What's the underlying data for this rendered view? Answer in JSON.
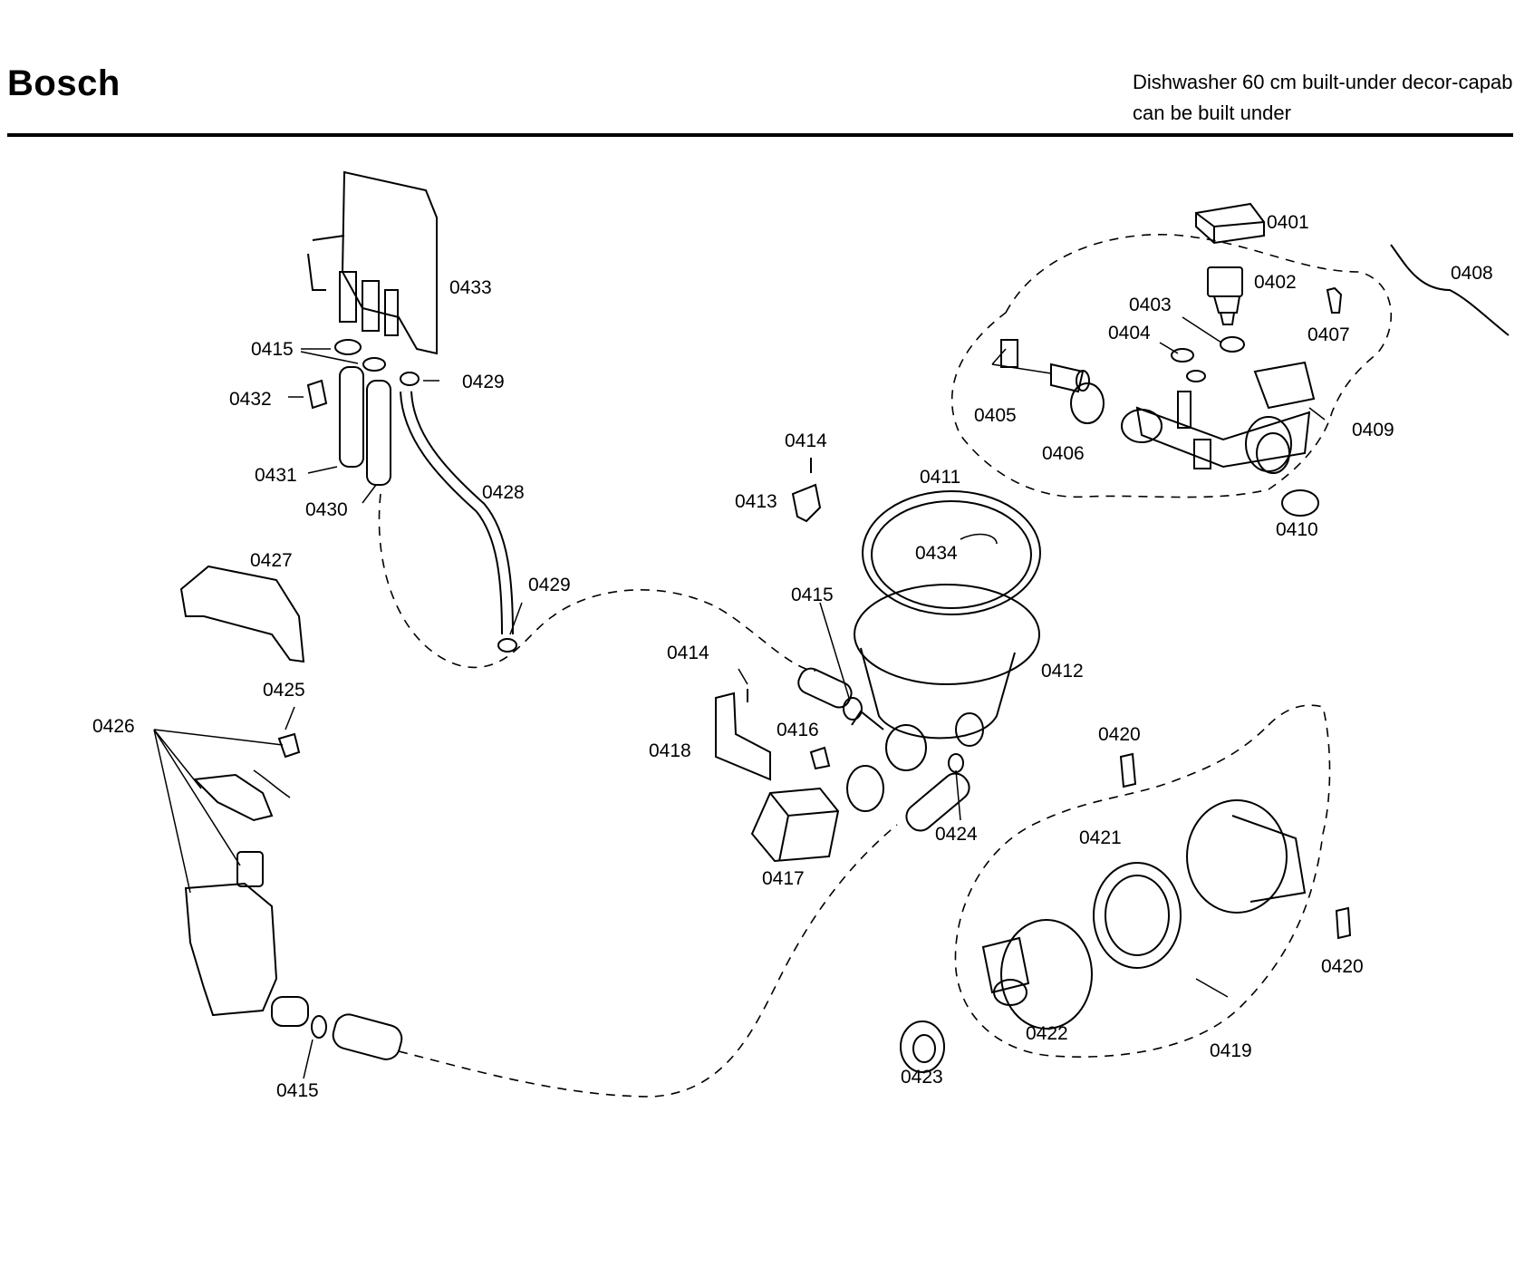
{
  "header": {
    "brand": "Bosch",
    "subtitle_line1": "Dishwasher 60 cm built-under decor-capab",
    "subtitle_line2": "can be built under"
  },
  "labels": {
    "l0401": "0401",
    "l0402": "0402",
    "l0403": "0403",
    "l0404": "0404",
    "l0405": "0405",
    "l0406": "0406",
    "l0407": "0407",
    "l0408": "0408",
    "l0409": "0409",
    "l0410": "0410",
    "l0411": "0411",
    "l0412": "0412",
    "l0413": "0413",
    "l0414a": "0414",
    "l0414b": "0414",
    "l0415a": "0415",
    "l0415b": "0415",
    "l0415c": "0415",
    "l0416": "0416",
    "l0417": "0417",
    "l0418": "0418",
    "l0419": "0419",
    "l0420a": "0420",
    "l0420b": "0420",
    "l0421": "0421",
    "l0422": "0422",
    "l0423": "0423",
    "l0424": "0424",
    "l0425": "0425",
    "l0426": "0426",
    "l0427": "0427",
    "l0428": "0428",
    "l0429a": "0429",
    "l0429b": "0429",
    "l0430": "0430",
    "l0431": "0431",
    "l0432": "0432",
    "l0433": "0433",
    "l0434": "0434"
  }
}
